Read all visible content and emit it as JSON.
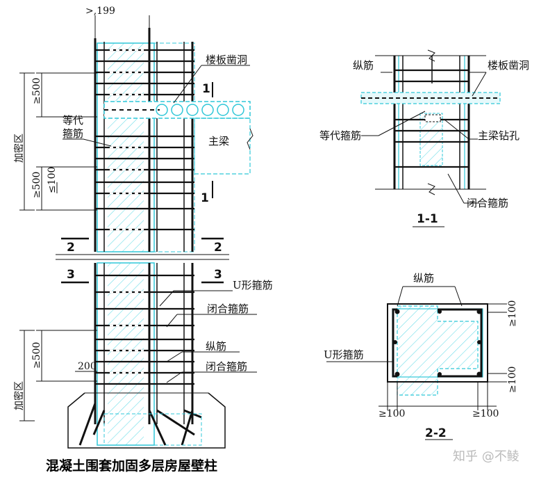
{
  "top_dim": ">,199",
  "main": {
    "title": "混凝土围套加固多层房屋壁柱",
    "labels": {
      "slab_hole": "楼板凿洞",
      "equiv_stirrup_1": "等代",
      "equiv_stirrup_2": "箍筋",
      "main_beam": "主梁",
      "dense_zone_top": "加密区",
      "dense_zone_bottom": "加密区",
      "u_stirrup": "U形箍筋",
      "closed_stirrup_a": "闭合箍筋",
      "long_bar": "纵筋",
      "closed_stirrup_b": "闭合箍筋"
    },
    "dims": {
      "d500_top": "≥500",
      "d500_mid": "≥500",
      "d100": "≤100",
      "d500_bottom": "≥500",
      "d200": "200"
    },
    "section_marks": {
      "s1_top": "1",
      "s1_bottom": "1",
      "s2_left": "2",
      "s2_right": "2",
      "s3_left": "3",
      "s3_right": "3"
    }
  },
  "section_1_1": {
    "title": "1-1",
    "labels": {
      "long_bar": "纵筋",
      "slab_hole": "楼板凿洞",
      "equiv_stirrup": "等代箍筋",
      "beam_drill": "主梁钻孔",
      "closed_stirrup": "闭合箍筋"
    }
  },
  "section_2_2": {
    "title": "2-2",
    "labels": {
      "long_bar": "纵筋",
      "u_stirrup": "U形箍筋"
    },
    "dims": {
      "d100_right_top": "≥100",
      "d100_right_bottom": "≥100",
      "d100_bottom_left": "≥100",
      "d100_bottom_right": "≥100"
    }
  },
  "watermark": "知乎 @不鲮",
  "colors": {
    "line": "#111111",
    "cyan": "#2fc7d8",
    "hatch": "#6fdde8"
  }
}
